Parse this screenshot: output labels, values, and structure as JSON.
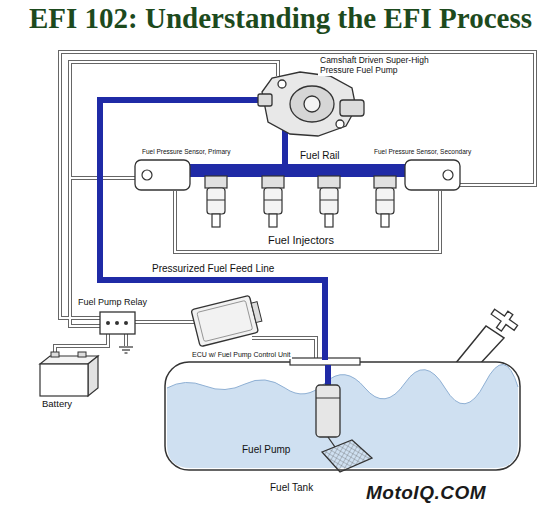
{
  "diagram": {
    "title": "EFI 102: Understanding the EFI Process",
    "labels": [
      "Camshaft Driven Super-High Pressure Fuel Pump",
      "Fuel Pressure Sensor, Primary",
      "Fuel Rail",
      "Fuel Pressure Sensor, Secondary",
      "Fuel Injectors",
      "Pressurized Fuel Feed Line",
      "Fuel Pump Relay",
      "ECU w/ Fuel Pump Control Unit",
      "Battery",
      "Fuel Pump",
      "Fuel Tank",
      "MotoIQ.COM"
    ]
  }
}
